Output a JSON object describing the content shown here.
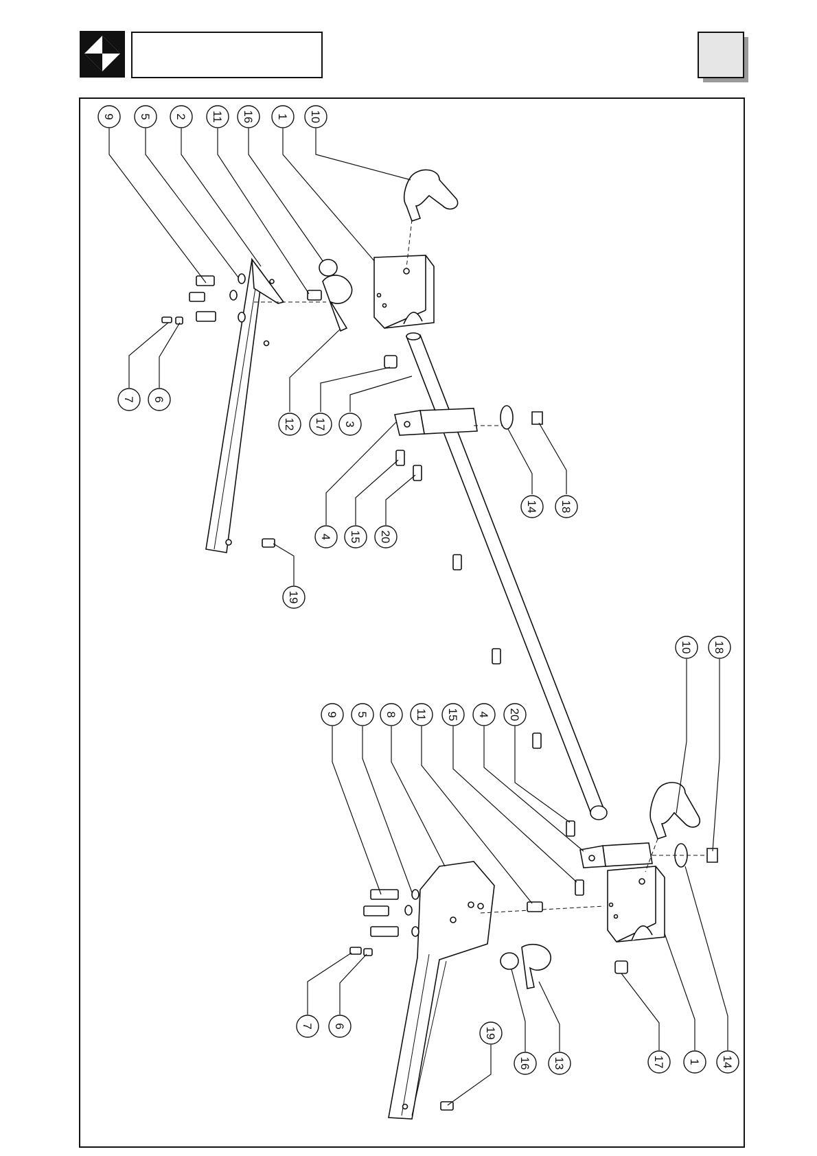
{
  "header": {
    "logo_icon": "company-logo",
    "title_box_text": "",
    "page_box_text": ""
  },
  "callouts": {
    "top": [
      "9",
      "5",
      "2",
      "11",
      "16",
      "1",
      "10",
      "7",
      "6",
      "12",
      "17",
      "3",
      "4",
      "15",
      "20",
      "14",
      "18",
      "19"
    ],
    "bottom": [
      "9",
      "5",
      "8",
      "11",
      "15",
      "4",
      "20",
      "10",
      "18",
      "7",
      "6",
      "19",
      "16",
      "13",
      "17",
      "1",
      "14"
    ]
  },
  "colors": {
    "ink": "#111111",
    "page_box": "#e6e6e6",
    "shadow": "#9a9a9a"
  }
}
